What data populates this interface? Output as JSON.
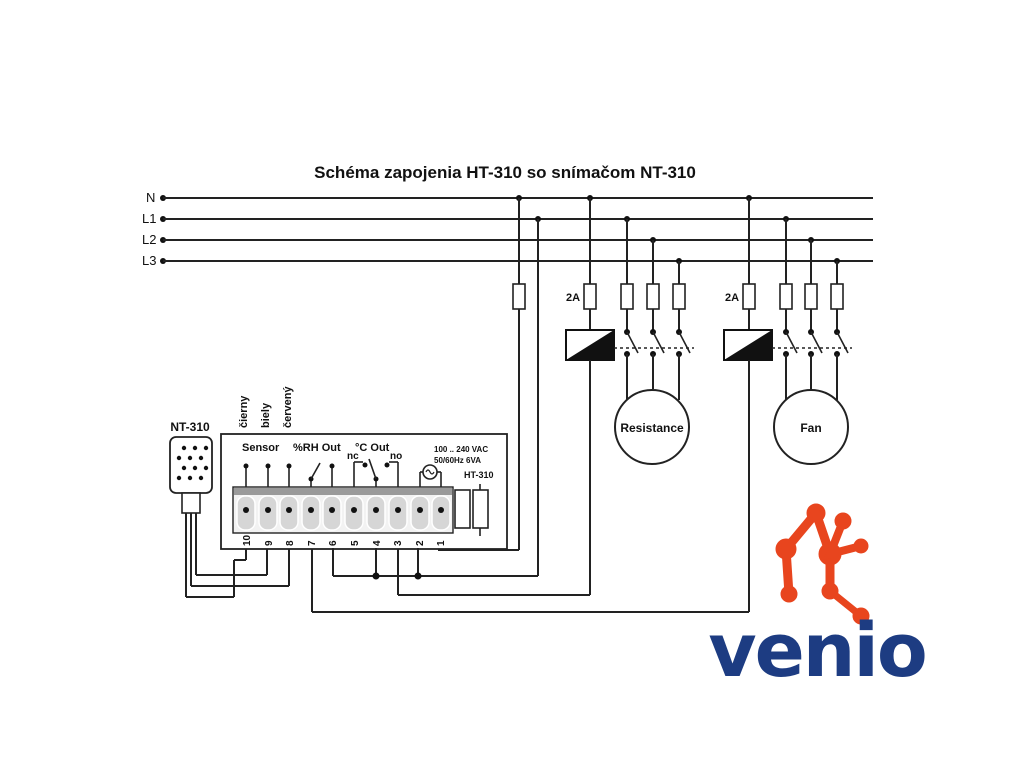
{
  "title": "Schéma zapojenia HT-310 so snímačom NT-310",
  "lines": [
    "N",
    "L1",
    "L2",
    "L3"
  ],
  "sensor": {
    "name": "NT-310",
    "wires": [
      "čierny",
      "biely",
      "červený"
    ]
  },
  "controller": {
    "sensor_label": "Sensor",
    "rh_out_label": "%RH Out",
    "c_out_label": "°C Out",
    "nc_label": "nc",
    "no_label": "no",
    "power_line1": "100 .. 240 VAC",
    "power_line2": "50/60Hz 6VA",
    "model": "HT-310",
    "terminals": [
      "10",
      "9",
      "8",
      "7",
      "6",
      "5",
      "4",
      "3",
      "2",
      "1"
    ]
  },
  "fuse_labels": [
    "2A",
    "2A"
  ],
  "loads": [
    "Resistance",
    "Fan"
  ],
  "logo": {
    "text": "venio",
    "text_color": "#1d3c82",
    "accent_color": "#e8451e"
  }
}
